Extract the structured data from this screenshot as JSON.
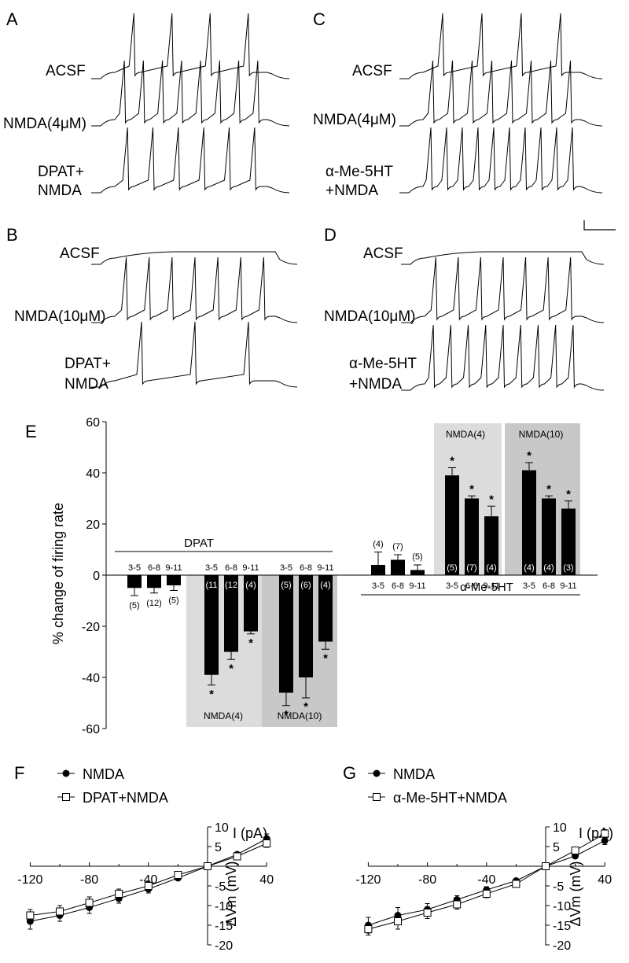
{
  "colors": {
    "shade_light": "#dcdcdc",
    "shade_dark": "#c8c8c8",
    "bar": "#000000"
  },
  "traces": {
    "A": {
      "letter": "A",
      "labels": [
        "ACSF",
        "NMDA(4μM)",
        "DPAT+",
        "NMDA"
      ],
      "spikes": [
        4,
        8,
        6
      ]
    },
    "B": {
      "letter": "B",
      "labels": [
        "ACSF",
        "NMDA(10μM)",
        "DPAT+",
        "NMDA"
      ],
      "spikes": [
        0,
        7,
        3
      ]
    },
    "C": {
      "letter": "C",
      "labels": [
        "ACSF",
        "NMDA(4μM)",
        "α-Me-5HT",
        "+NMDA"
      ],
      "spikes": [
        4,
        8,
        10
      ]
    },
    "D": {
      "letter": "D",
      "labels": [
        "ACSF",
        "NMDA(10μM)",
        "α-Me-5HT",
        "+NMDA"
      ],
      "spikes": [
        0,
        7,
        9
      ]
    }
  },
  "chart_data": [
    {
      "panel": "E",
      "type": "bar",
      "ylabel": "% change of firing rate",
      "ylim": [
        -60,
        60
      ],
      "yticks": [
        "60",
        "40",
        "20",
        "0",
        "-20",
        "-40",
        "-60"
      ],
      "group_labels": {
        "dpat": "DPAT",
        "ame": "α-Me-5HT"
      },
      "shade_labels": [
        "NMDA(4)",
        "NMDA(10)",
        "NMDA(4)",
        "NMDA(10)"
      ],
      "groups": [
        {
          "drug": "DPAT",
          "condition": "control",
          "categories": [
            "3-5",
            "6-8",
            "9-11"
          ],
          "values": [
            -5,
            -5,
            -4
          ],
          "errors": [
            3,
            2,
            2
          ],
          "n": [
            "(5)",
            "(12)",
            "(5)"
          ],
          "sig": [
            false,
            false,
            false
          ]
        },
        {
          "drug": "DPAT",
          "condition": "NMDA(4)",
          "categories": [
            "3-5",
            "6-8",
            "9-11"
          ],
          "values": [
            -39,
            -30,
            -22
          ],
          "errors": [
            4,
            3,
            1
          ],
          "n": [
            "(11",
            "(12",
            "(4)"
          ],
          "sig": [
            true,
            true,
            true
          ]
        },
        {
          "drug": "DPAT",
          "condition": "NMDA(10)",
          "categories": [
            "3-5",
            "6-8",
            "9-11"
          ],
          "values": [
            -46,
            -40,
            -26
          ],
          "errors": [
            5,
            8,
            3
          ],
          "n": [
            "(5)",
            "(6)",
            "(4)"
          ],
          "sig": [
            true,
            true,
            true
          ]
        },
        {
          "drug": "α-Me-5HT",
          "condition": "control",
          "categories": [
            "3-5",
            "6-8",
            "9-11"
          ],
          "values": [
            4,
            6,
            2
          ],
          "errors": [
            5,
            2,
            2
          ],
          "n": [
            "(4)",
            "(7)",
            "(5)"
          ],
          "sig": [
            false,
            false,
            false
          ]
        },
        {
          "drug": "α-Me-5HT",
          "condition": "NMDA(4)",
          "categories": [
            "3-5",
            "6-8",
            "9-11"
          ],
          "values": [
            39,
            30,
            23
          ],
          "errors": [
            3,
            1,
            4
          ],
          "n": [
            "(5)",
            "(7)",
            "(4)"
          ],
          "sig": [
            true,
            true,
            true
          ]
        },
        {
          "drug": "α-Me-5HT",
          "condition": "NMDA(10)",
          "categories": [
            "3-5",
            "6-8",
            "9-11"
          ],
          "values": [
            41,
            30,
            26
          ],
          "errors": [
            3,
            1,
            3
          ],
          "n": [
            "(4)",
            "(4)",
            "(3)"
          ],
          "sig": [
            true,
            true,
            true
          ]
        }
      ]
    },
    {
      "panel": "F",
      "type": "line",
      "xlabel": "I (pA)",
      "ylabel": "ΔVm (mV)",
      "xlim": [
        -120,
        40
      ],
      "ylim": [
        -20,
        10
      ],
      "xticks": [
        -120,
        -80,
        -40,
        40
      ],
      "yticks": [
        10,
        5,
        -5,
        -10,
        -15,
        -20
      ],
      "x": [
        -120,
        -100,
        -80,
        -60,
        -40,
        -20,
        0,
        20,
        40
      ],
      "series": [
        {
          "name": "NMDA",
          "marker": "filled-circle",
          "values": [
            -14,
            -12.5,
            -10.5,
            -8.2,
            -5.8,
            -3,
            0,
            3,
            7
          ],
          "errors": [
            2,
            1.5,
            1.5,
            1.2,
            1,
            0,
            0,
            0,
            1.2
          ]
        },
        {
          "name": "DPAT+NMDA",
          "marker": "open-square",
          "values": [
            -12.5,
            -11.5,
            -9.3,
            -7,
            -5,
            -2.2,
            0,
            2.5,
            5.8
          ],
          "errors": [
            1.5,
            1.5,
            1.5,
            1.2,
            1,
            0,
            0,
            0,
            1
          ]
        }
      ]
    },
    {
      "panel": "G",
      "type": "line",
      "xlabel": "I (pA)",
      "ylabel": "ΔVm (mV)",
      "xlim": [
        -120,
        40
      ],
      "ylim": [
        -20,
        10
      ],
      "xticks": [
        -120,
        -80,
        -40,
        40
      ],
      "yticks": [
        10,
        5,
        -5,
        -10,
        -15,
        -20
      ],
      "x": [
        -120,
        -100,
        -80,
        -60,
        -40,
        -20,
        0,
        20,
        40
      ],
      "series": [
        {
          "name": "NMDA",
          "marker": "filled-circle",
          "values": [
            -15,
            -12.5,
            -11,
            -8.5,
            -6,
            -3.7,
            0,
            2.6,
            6.5
          ],
          "errors": [
            2,
            2,
            1.5,
            1,
            0.8,
            0,
            0,
            0,
            1
          ]
        },
        {
          "name": "α-Me-5HT+NMDA",
          "marker": "open-square",
          "values": [
            -16,
            -14,
            -11.8,
            -9.7,
            -7,
            -4.5,
            0,
            4,
            8.3
          ],
          "errors": [
            1.5,
            2,
            1.5,
            1.2,
            1,
            0,
            0,
            0,
            1
          ]
        }
      ]
    }
  ]
}
